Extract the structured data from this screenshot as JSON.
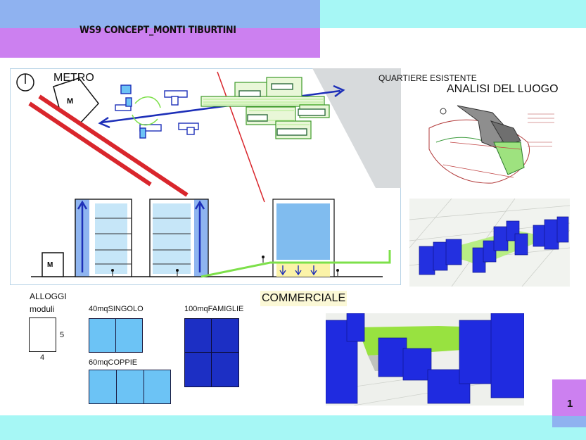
{
  "header": {
    "title": "WS9 CONCEPT_MONTI TIBURTINI"
  },
  "diagram": {
    "metro_label": "METRO",
    "metro_icon_letter": "M",
    "quartiere_label": "QUARTIERE ESISTENTE",
    "commerciale_label": "COMMERCIALE"
  },
  "analysis": {
    "title": "ANALISI DEL LUOGO"
  },
  "modules": {
    "title_line1": "ALLOGGI",
    "title_line2": "moduli",
    "dim_height": "5",
    "dim_width": "4",
    "singolo_label": "40mqSINGOLO",
    "coppie_label": "60mqCOPPIE",
    "famiglie_label": "100mqFAMIGLIE"
  },
  "footer": {
    "page_number": "1"
  },
  "colors": {
    "cyan": "#a6f7f5",
    "periwinkle": "#8fb2f0",
    "violet": "#cc80f0",
    "light_blue_module": "#6cc3f5",
    "dark_blue_module": "#1c2fc4",
    "accent_green": "#7de04a",
    "accent_red": "#d9262c"
  }
}
